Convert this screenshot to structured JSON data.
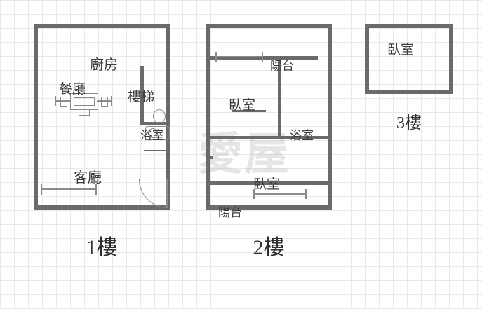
{
  "watermark": "愛屋",
  "diagram": {
    "type": "floor-plan",
    "title": "",
    "floors": [
      {
        "id": "floor1",
        "label": "1樓",
        "rooms": [
          {
            "name": "廚房"
          },
          {
            "name": "餐廳"
          },
          {
            "name": "樓梯"
          },
          {
            "name": "浴室"
          },
          {
            "name": "客廳"
          }
        ]
      },
      {
        "id": "floor2",
        "label": "2樓",
        "rooms": [
          {
            "name": "陽台"
          },
          {
            "name": "臥室"
          },
          {
            "name": "浴室"
          },
          {
            "name": "臥室"
          },
          {
            "name": "陽台"
          }
        ]
      },
      {
        "id": "floor3",
        "label": "3樓",
        "rooms": [
          {
            "name": "臥室"
          }
        ]
      }
    ],
    "colors": {
      "wall": "#6c6a68",
      "fixture": "#8b8b8b",
      "label_text": "#3c3c3c",
      "floor_text": "#2e2e2e",
      "grid": "#e9e9e9",
      "background": "#ffffff"
    }
  },
  "floor1": {
    "label": "1樓",
    "kitchen": "廚房",
    "dining": "餐廳",
    "stairs": "樓梯",
    "bath": "浴室",
    "living": "客廳"
  },
  "floor2": {
    "label": "2樓",
    "balcony_top": "陽台",
    "bedroom_top": "臥室",
    "bath": "浴室",
    "bedroom_bottom": "臥室",
    "balcony_bottom": "陽台"
  },
  "floor3": {
    "label": "3樓",
    "bedroom": "臥室"
  }
}
